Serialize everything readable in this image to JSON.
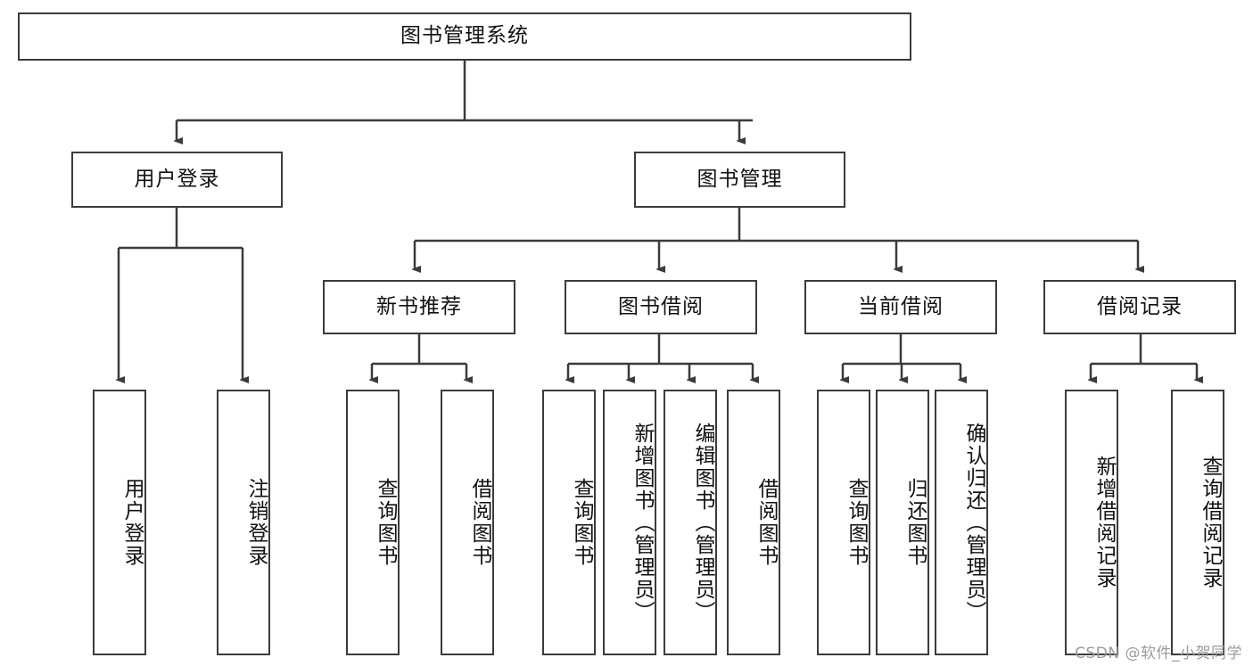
{
  "diagram": {
    "title": "图书管理系统",
    "watermark": "CSDN @软件_小贺同学",
    "root": {
      "label": "图书管理系统"
    },
    "level1": [
      {
        "label": "用户登录"
      },
      {
        "label": "图书管理"
      }
    ],
    "level2": [
      {
        "label": "新书推荐"
      },
      {
        "label": "图书借阅"
      },
      {
        "label": "当前借阅"
      },
      {
        "label": "借阅记录"
      }
    ],
    "leaves": {
      "user_login": [
        {
          "label": "用户登录"
        },
        {
          "label": "注销登录"
        }
      ],
      "new_book_recommend": [
        {
          "label": "查询图书"
        },
        {
          "label": "借阅图书"
        }
      ],
      "book_borrow": [
        {
          "label": "查询图书"
        },
        {
          "label": "新增图书（管理员）"
        },
        {
          "label": "编辑图书（管理员）"
        },
        {
          "label": "借阅图书"
        }
      ],
      "current_borrow": [
        {
          "label": "查询图书"
        },
        {
          "label": "归还图书"
        },
        {
          "label": "确认归还（管理员）"
        }
      ],
      "borrow_record": [
        {
          "label": "新增借阅记录"
        },
        {
          "label": "查询借阅记录"
        }
      ]
    },
    "colors": {
      "stroke": "#3b3b3b",
      "fill": "#ffffff",
      "text": "#111111",
      "watermark": "#9b9b9b"
    }
  }
}
